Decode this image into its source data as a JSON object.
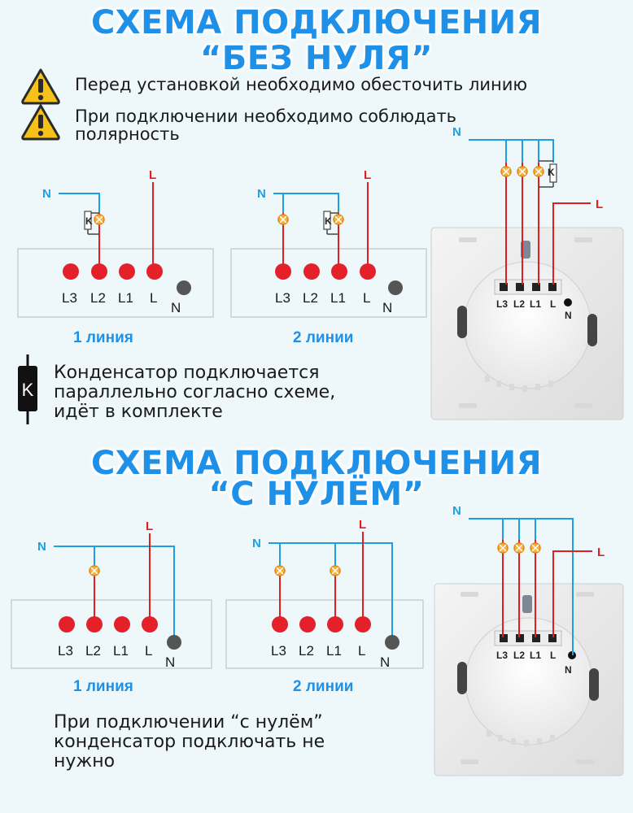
{
  "title_top": {
    "line1": "СХЕМА ПОДКЛЮЧЕНИЯ",
    "line2": "“БЕЗ НУЛЯ”"
  },
  "title_bottom": {
    "line1": "СХЕМА ПОДКЛЮЧЕНИЯ",
    "line2": "“С НУЛЁМ”"
  },
  "warnings": [
    {
      "text": "Перед установкой необходимо обесточить линию"
    },
    {
      "text": "При подключении необходимо соблюдать полярность"
    }
  ],
  "capacitor_note": {
    "symbol": "K",
    "lines": [
      "Конденсатор подключается",
      "параллельно согласно схеме,",
      "идёт в комплекте"
    ]
  },
  "neutral_note": {
    "lines": [
      "При подключении “с нулём”",
      "конденсатор подключать  не",
      "нужно"
    ]
  },
  "wire_labels": {
    "n": "N",
    "l": "L"
  },
  "terminals": [
    "L3",
    "L2",
    "L1",
    "L"
  ],
  "neutral_terminal": "N",
  "capacitor_label": "K",
  "captions": {
    "one_line": "1 линия",
    "two_lines": "2 линии"
  },
  "colors": {
    "title": "#1e90e8",
    "neutral_wire": "#1ea0e0",
    "live_wire": "#e02020",
    "lamp": "#f0a030",
    "background": "#eef8fb"
  }
}
